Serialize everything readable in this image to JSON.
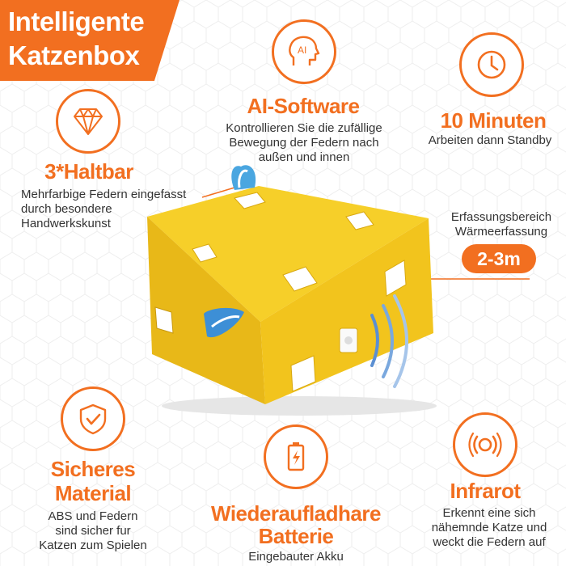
{
  "brand_color": "#f26f20",
  "product_color": "#f2c41d",
  "banner": {
    "title": "Intelligente\nKatzenbox"
  },
  "features": {
    "ai": {
      "icon": "ai-head-icon",
      "title": "AI-Software",
      "desc": "Kontrollieren Sie die zufällige\nBewegung der Federn nach\naußen und innen"
    },
    "timer": {
      "icon": "clock-icon",
      "title": "10 Minuten",
      "desc": "Arbeiten dann Standby"
    },
    "durable": {
      "icon": "diamond-icon",
      "title": "3*Haltbar",
      "desc": "Mehrfarbige Federn eingefasst\ndurch besondere\nHandwerkskunst"
    },
    "sensor": {
      "desc": "Erfassungsbereich\nWärmeerfassung",
      "range": "2-3m"
    },
    "safe": {
      "icon": "shield-check-icon",
      "title1": "Sicheres",
      "title2": "Material",
      "desc": "ABS und Federn\nsind sicher fur\nKatzen zum Spielen"
    },
    "battery": {
      "icon": "battery-charging-icon",
      "title1": "Wiederaufladhare",
      "title2": "Batterie",
      "desc": "Eingebauter Akku"
    },
    "infrared": {
      "icon": "infrared-sensor-icon",
      "title": "Infrarot",
      "desc": "Erkennt eine sich\nnähemnde Katze und\nweckt die Federn auf"
    }
  }
}
